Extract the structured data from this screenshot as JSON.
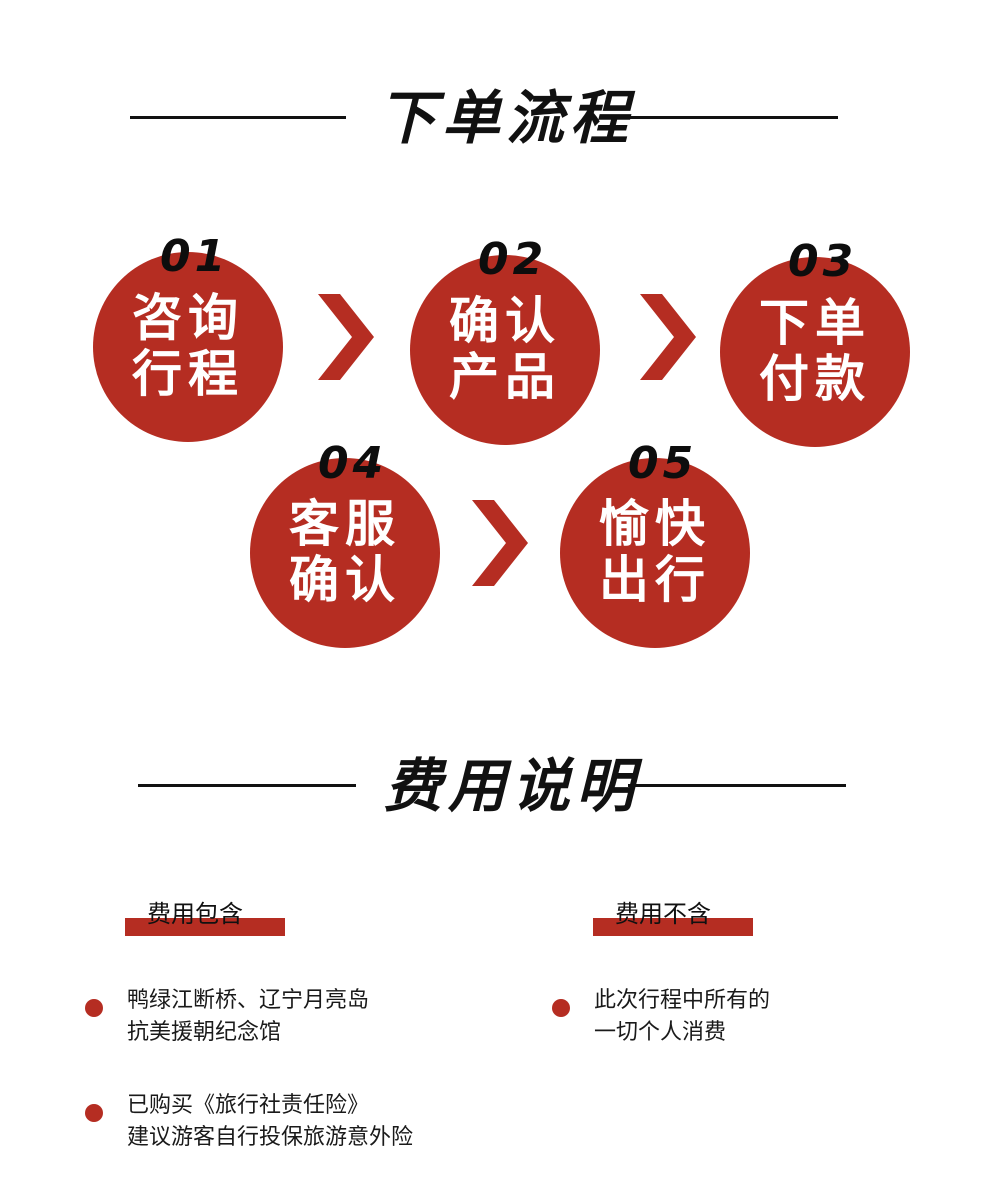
{
  "process": {
    "title": "下单流程",
    "steps": [
      {
        "num": "01",
        "line1": "咨询",
        "line2": "行程"
      },
      {
        "num": "02",
        "line1": "确认",
        "line2": "产品"
      },
      {
        "num": "03",
        "line1": "下单",
        "line2": "付款"
      },
      {
        "num": "04",
        "line1": "客服",
        "line2": "确认"
      },
      {
        "num": "05",
        "line1": "愉快",
        "line2": "出行"
      }
    ]
  },
  "fees": {
    "title": "费用说明",
    "included": {
      "label": "费用包含",
      "items": [
        {
          "line1": "鸭绿江断桥、辽宁月亮岛",
          "line2": "抗美援朝纪念馆"
        },
        {
          "line1": "已购买《旅行社责任险》",
          "line2": "建议游客自行投保旅游意外险"
        }
      ]
    },
    "excluded": {
      "label": "费用不含",
      "items": [
        {
          "line1": "此次行程中所有的",
          "line2": "一切个人消费"
        }
      ]
    }
  },
  "colors": {
    "accent": "#b52d22",
    "text": "#111111"
  }
}
